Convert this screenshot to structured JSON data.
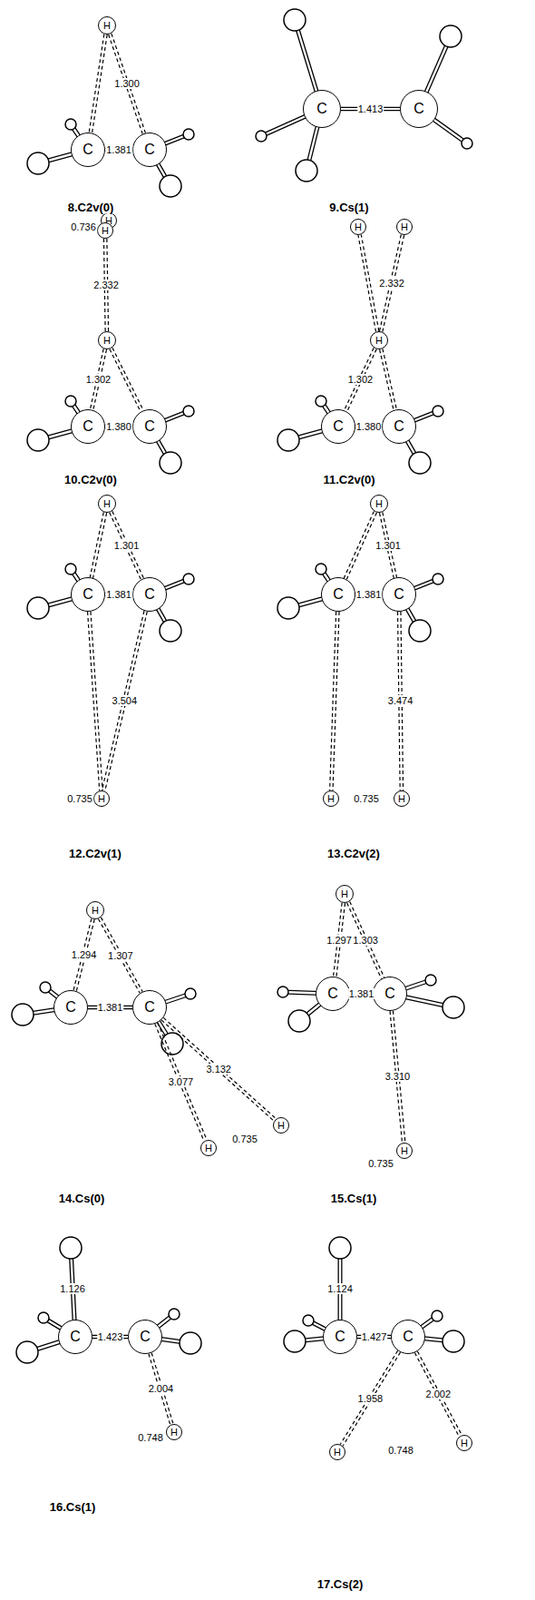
{
  "diagram": {
    "nodes": [
      {
        "text": [
          "H"
        ]
      },
      {
        "text": [
          "C"
        ]
      },
      {
        "text": [
          "C"
        ]
      },
      {
        "text": [
          "C"
        ]
      },
      {
        "text": [
          "C"
        ]
      },
      {
        "text": [
          "H"
        ]
      },
      {
        "text": [
          "H"
        ]
      },
      {
        "text": [
          "H"
        ]
      },
      {
        "text": [
          "C"
        ]
      },
      {
        "text": [
          "C"
        ]
      },
      {
        "text": [
          "H"
        ]
      },
      {
        "text": [
          "H"
        ]
      },
      {
        "text": [
          "H"
        ]
      },
      {
        "text": [
          "C"
        ]
      },
      {
        "text": [
          "C"
        ]
      },
      {
        "text": [
          "H"
        ]
      },
      {
        "text": [
          "C"
        ]
      },
      {
        "text": [
          "C"
        ]
      },
      {
        "text": [
          "H"
        ]
      },
      {
        "text": [
          "H"
        ]
      },
      {
        "text": [
          "C"
        ]
      },
      {
        "text": [
          "C"
        ]
      },
      {
        "text": [
          "H"
        ]
      },
      {
        "text": [
          "H"
        ]
      },
      {
        "text": [
          "H"
        ]
      },
      {
        "text": [
          "C"
        ]
      },
      {
        "text": [
          "C"
        ]
      },
      {
        "text": [
          "H"
        ]
      },
      {
        "text": [
          "H"
        ]
      },
      {
        "text": [
          "H"
        ]
      },
      {
        "text": [
          "C"
        ]
      },
      {
        "text": [
          "C"
        ]
      },
      {
        "text": [
          "H"
        ]
      },
      {
        "text": [
          "C"
        ]
      },
      {
        "text": [
          "C"
        ]
      },
      {
        "text": [
          "H"
        ]
      },
      {
        "text": [
          "C"
        ]
      },
      {
        "text": [
          "C"
        ]
      },
      {
        "text": [
          "H"
        ]
      },
      {
        "text": [
          "H"
        ]
      }
    ],
    "edges": [
      {
        "from": 1,
        "to": 2,
        "arrow": "none",
        "label": "1.381"
      },
      {
        "from": 0,
        "to": 1,
        "arrow": "none"
      },
      {
        "from": 0,
        "to": 2,
        "arrow": "none",
        "label": "1.300"
      },
      {
        "from": 3,
        "to": 4,
        "arrow": "none",
        "label": "1.413"
      },
      {
        "from": 8,
        "to": 9,
        "arrow": "none",
        "label": "1.380"
      },
      {
        "from": 7,
        "to": 8,
        "arrow": "none",
        "label": "1.302"
      },
      {
        "from": 7,
        "to": 9,
        "arrow": "none"
      },
      {
        "from": 7,
        "to": 6,
        "arrow": "none",
        "label": "2.332"
      },
      {
        "from": 13,
        "to": 14,
        "arrow": "none",
        "label": "1.380"
      },
      {
        "from": 12,
        "to": 13,
        "arrow": "none",
        "label": "1.302"
      },
      {
        "from": 12,
        "to": 14,
        "arrow": "none"
      },
      {
        "from": 12,
        "to": 10,
        "arrow": "none"
      },
      {
        "from": 12,
        "to": 11,
        "arrow": "none",
        "label": "2.332"
      },
      {
        "from": 16,
        "to": 17,
        "arrow": "none",
        "label": "1.381"
      },
      {
        "from": 15,
        "to": 16,
        "arrow": "none"
      },
      {
        "from": 15,
        "to": 17,
        "arrow": "none",
        "label": "1.301"
      },
      {
        "from": 16,
        "to": 18,
        "arrow": "none"
      },
      {
        "from": 17,
        "to": 18,
        "arrow": "none",
        "label": "3.504"
      },
      {
        "from": 20,
        "to": 21,
        "arrow": "none",
        "label": "1.381"
      },
      {
        "from": 19,
        "to": 20,
        "arrow": "none"
      },
      {
        "from": 19,
        "to": 21,
        "arrow": "none",
        "label": "1.301"
      },
      {
        "from": 20,
        "to": 22,
        "arrow": "none"
      },
      {
        "from": 21,
        "to": 23,
        "arrow": "none",
        "label": "3.474"
      },
      {
        "from": 25,
        "to": 26,
        "arrow": "none",
        "label": "1.381"
      },
      {
        "from": 24,
        "to": 25,
        "arrow": "none",
        "label": "1.294"
      },
      {
        "from": 24,
        "to": 26,
        "arrow": "none",
        "label": "1.307"
      },
      {
        "from": 26,
        "to": 27,
        "arrow": "none",
        "label": "3.077"
      },
      {
        "from": 26,
        "to": 28,
        "arrow": "none",
        "label": "3.132"
      },
      {
        "from": 30,
        "to": 31,
        "arrow": "none",
        "label": "1.381"
      },
      {
        "from": 29,
        "to": 30,
        "arrow": "none",
        "label": "1.297"
      },
      {
        "from": 29,
        "to": 31,
        "arrow": "none",
        "label": "1.303"
      },
      {
        "from": 31,
        "to": 32,
        "arrow": "none",
        "label": "3.310"
      },
      {
        "from": 33,
        "to": 34,
        "arrow": "none",
        "label": "1.423"
      },
      {
        "from": 34,
        "to": 35,
        "arrow": "none",
        "label": "2.004"
      },
      {
        "from": 36,
        "to": 37,
        "arrow": "none",
        "label": "1.427"
      },
      {
        "from": 37,
        "to": 38,
        "arrow": "none",
        "label": "1.958"
      },
      {
        "from": 37,
        "to": 39,
        "arrow": "none",
        "label": "2.002"
      }
    ],
    "labels": [
      "0.736",
      "0.735",
      "0.735",
      "0.735",
      "0.735",
      "1.126",
      "0.748",
      "1.124",
      "0.748",
      "8.C2v(0)",
      "9.Cs(1)",
      "10.C2v(0)",
      "11.C2v(0)",
      "12.C2v(1)",
      "13.C2v(2)",
      "14.Cs(0)",
      "15.Cs(1)",
      "16.Cs(1)",
      "17.Cs(2)"
    ]
  }
}
